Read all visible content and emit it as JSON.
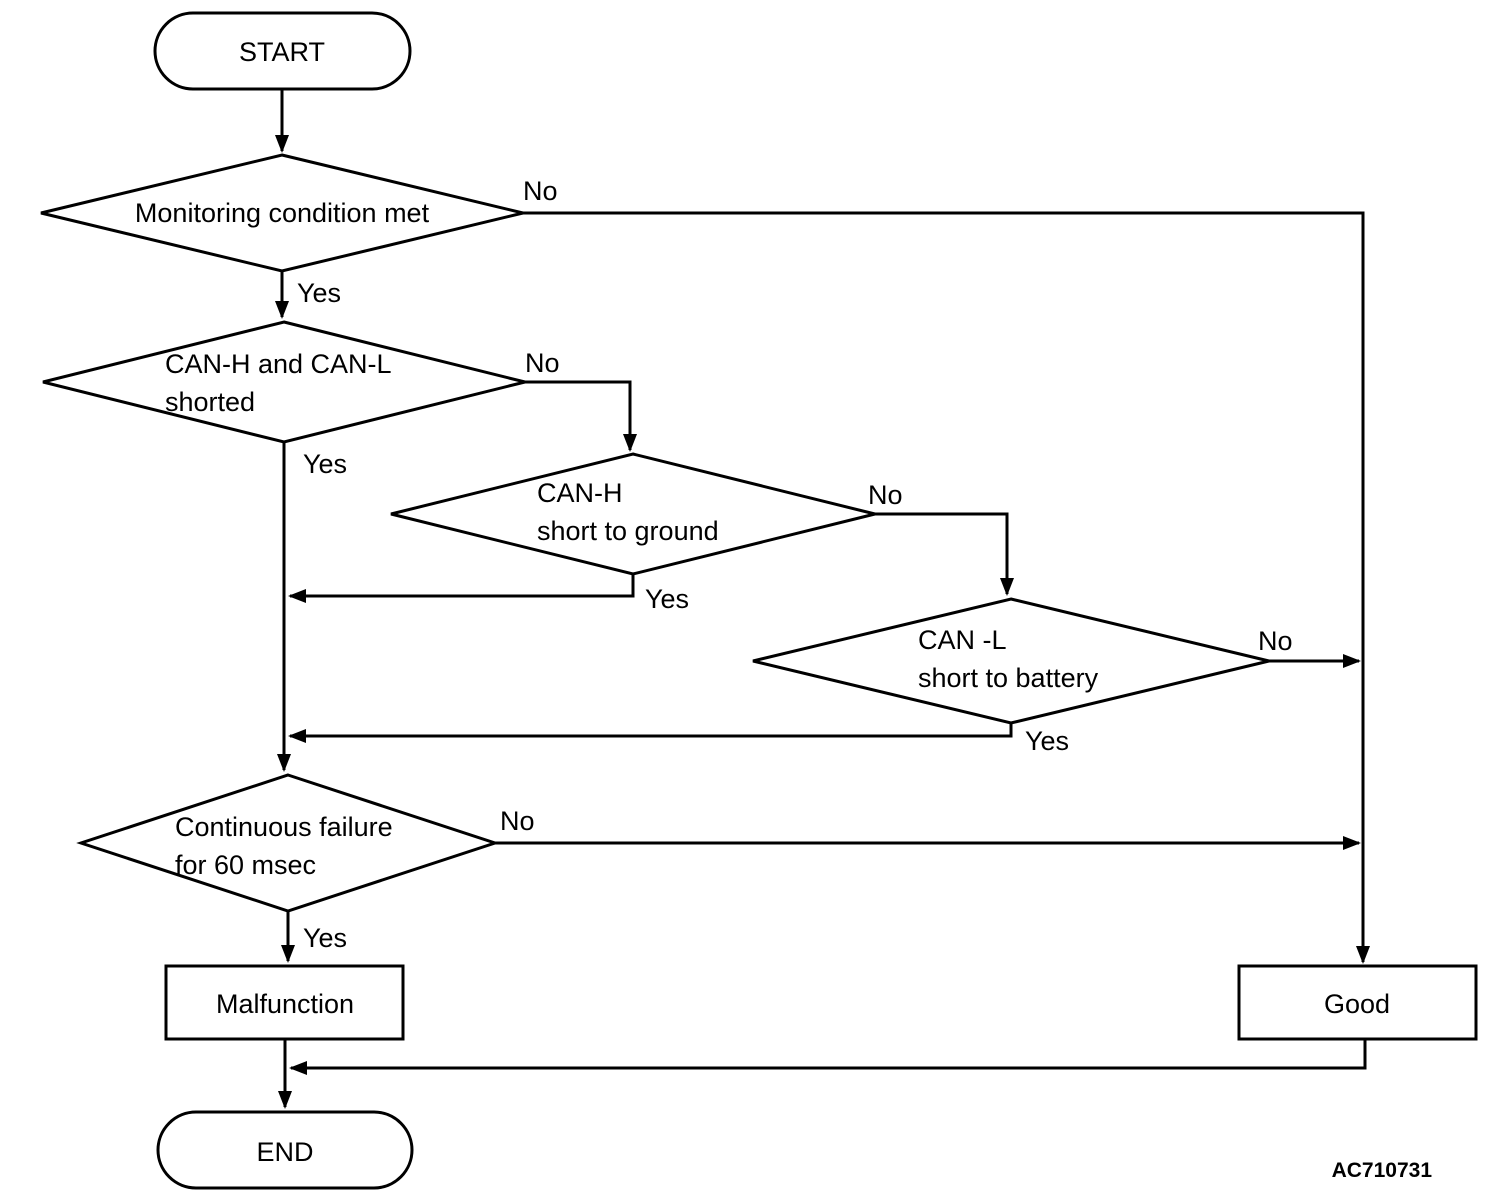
{
  "diagram": {
    "type": "flowchart",
    "background_color": "#ffffff",
    "line_color": "#000000",
    "text_color": "#000000",
    "figure_code": "AC710731",
    "nodes": {
      "start": {
        "label": "START",
        "shape": "terminator"
      },
      "monitoring": {
        "line1": "Monitoring condition met",
        "shape": "decision"
      },
      "can_shorted": {
        "line1": "CAN-H and CAN-L",
        "line2": "shorted",
        "shape": "decision"
      },
      "can_h_ground": {
        "line1": "CAN-H",
        "line2": "short to ground",
        "shape": "decision"
      },
      "can_l_battery": {
        "line1": "CAN -L",
        "line2": "short to battery",
        "shape": "decision"
      },
      "continuous_failure": {
        "line1": "Continuous failure",
        "line2": "for 60 msec",
        "shape": "decision"
      },
      "malfunction": {
        "label": "Malfunction",
        "shape": "process"
      },
      "good": {
        "label": "Good",
        "shape": "process"
      },
      "end": {
        "label": "END",
        "shape": "terminator"
      }
    },
    "edge_labels": {
      "monitoring_no": "No",
      "monitoring_yes": "Yes",
      "can_shorted_no": "No",
      "can_shorted_yes": "Yes",
      "can_h_ground_no": "No",
      "can_h_ground_yes": "Yes",
      "can_l_battery_no": "No",
      "can_l_battery_yes": "Yes",
      "continuous_failure_no": "No",
      "continuous_failure_yes": "Yes"
    }
  }
}
